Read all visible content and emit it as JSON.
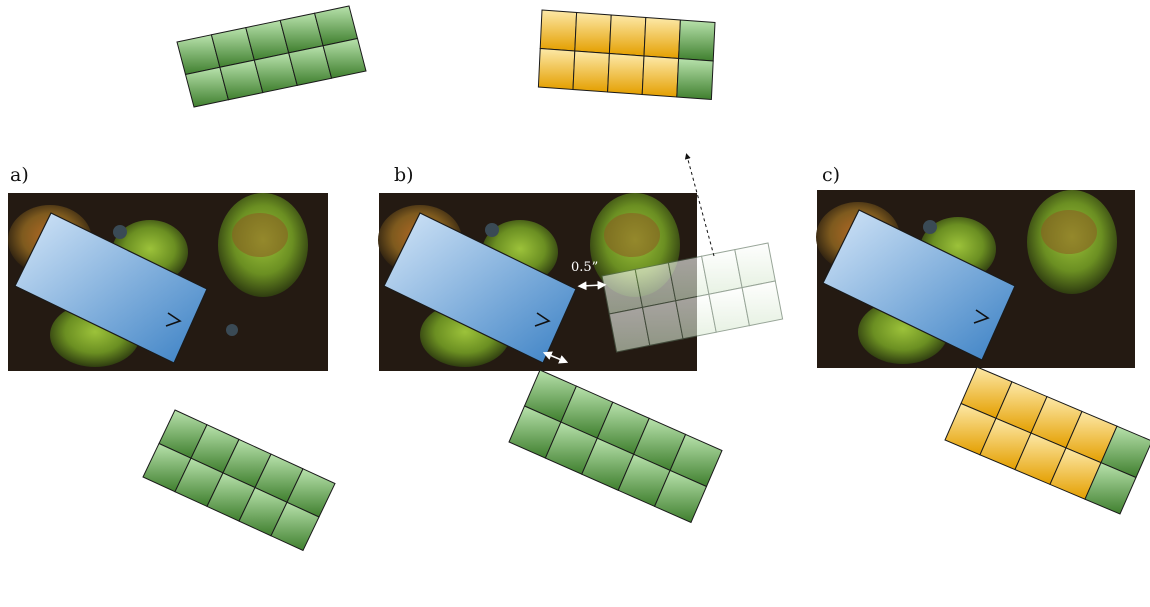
{
  "panels": [
    {
      "label": "a)"
    },
    {
      "label": "b)"
    },
    {
      "label": "c)"
    }
  ],
  "gap_label": "0.5”",
  "colors": {
    "module_green_light": "#a9d79c",
    "module_green_dark": "#3f7f2e",
    "module_yellow_light": "#fde59a",
    "module_yellow_dark": "#e7a300",
    "module_stroke": "#1a1a1a",
    "obstacle_blue_light": "#c7ddf4",
    "obstacle_blue_dark": "#3f86c9",
    "ghost_fill": "#eef6ea",
    "aerial_ground": "#241a12",
    "tree_green": "#7faa2e"
  },
  "module_grid": {
    "rows": 2,
    "cols": 5
  },
  "icons": [
    "arrow-right-icon",
    "dimension-arrow-icon",
    "dashed-pointer-arrow-icon"
  ]
}
